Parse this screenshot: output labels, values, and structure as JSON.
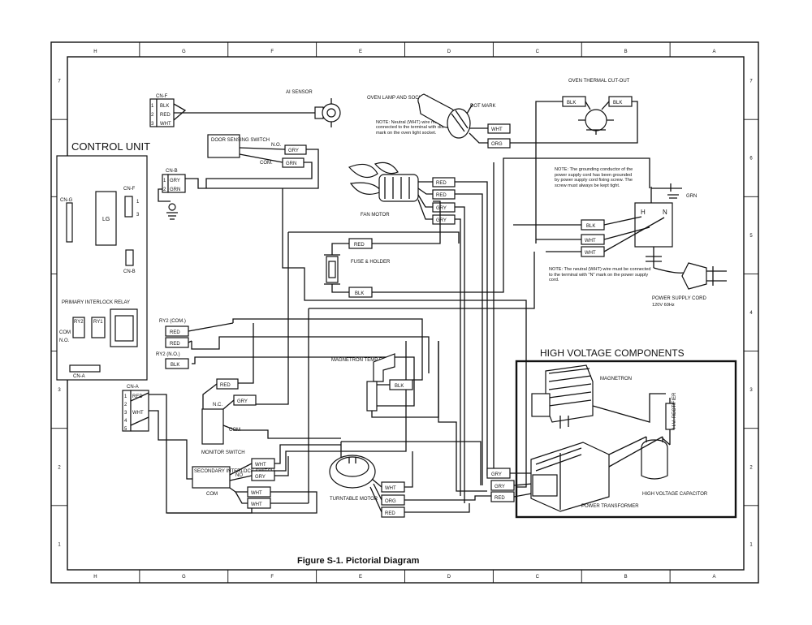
{
  "figure_caption": "Figure S-1. Pictorial Diagram",
  "grid_labels": {
    "top": [
      "H",
      "G",
      "F",
      "E",
      "D",
      "C",
      "B",
      "A"
    ],
    "bottom": [
      "H",
      "G",
      "F",
      "E",
      "D",
      "C",
      "B",
      "A"
    ],
    "left": [
      "7",
      "6",
      "5",
      "4",
      "3",
      "2",
      "1"
    ],
    "right": [
      "7",
      "6",
      "5",
      "4",
      "3",
      "2",
      "1"
    ]
  },
  "control_unit": {
    "title": "CONTROL UNIT",
    "cn_g": "CN-G",
    "lg": "LG",
    "cn_f": "CN-F",
    "cn_f_pin1": "1",
    "cn_f_pin3": "3",
    "cn_b": "CN-B",
    "primary_relay": "PRIMARY INTERLOCK RELAY",
    "ry2": "RY2",
    "ry1": "RY1",
    "com": "COM",
    "no": "N.O.",
    "cn_a": "CN-A"
  },
  "cn_f_conn": {
    "label": "CN-F",
    "pins": [
      "1",
      "2",
      "3"
    ],
    "wires": [
      "BLK",
      "RED",
      "WHT"
    ]
  },
  "ai_sensor": "AI SENSOR",
  "cn_b_conn": {
    "label": "CN-B",
    "pins": [
      "1",
      "2"
    ],
    "wires": [
      "GRY",
      "GRN"
    ]
  },
  "door_switch": {
    "label": "DOOR SENSING SWITCH",
    "no": "N.O.",
    "com": "COM.",
    "wires": [
      "GRY",
      "GRN"
    ]
  },
  "oven_lamp": {
    "label": "OVEN LAMP AND SOCKET",
    "dot_mark": "DOT MARK",
    "note": "NOTE: Neutral (WHT) wire must be connected to the terminal with dot mark on the oven light socket.",
    "wires": [
      "WHT",
      "ORG"
    ]
  },
  "thermal_cutout": {
    "label": "OVEN THERMAL CUT-OUT",
    "wires": [
      "BLK",
      "BLK"
    ]
  },
  "grounding_note": "NOTE: The grounding conductor of the power supply cord has been grounded by power supply cord fixing screw. The screw must always be kept tight.",
  "grn": "GRN",
  "h_label": "H",
  "n_label": "N",
  "fan_motor": {
    "label": "FAN MOTOR",
    "wires": [
      "RED",
      "RED",
      "GRY",
      "GRY"
    ]
  },
  "fuse": {
    "label": "FUSE & HOLDER",
    "wires": [
      "RED",
      "BLK"
    ]
  },
  "power_wires": [
    "BLK",
    "WHT",
    "WHT"
  ],
  "neutral_note": "NOTE: The neutral (WHT) wire must be connected to the terminal with \"N\" mark on the power supply cord.",
  "power_cord": {
    "label": "POWER SUPPLY CORD",
    "spec": "120V 60Hz"
  },
  "ry2_block": {
    "com_label": "RY2 (COM.)",
    "no_label": "RY2 (N.O.)",
    "wires": [
      "RED",
      "RED",
      "BLK"
    ]
  },
  "magnetron_fuse": {
    "label": "MAGNETRON TEMP FUSE",
    "wire": "BLK"
  },
  "cn_a_conn": {
    "label": "CN-A",
    "pins": [
      "1",
      "2",
      "3",
      "4",
      "5"
    ],
    "wires": [
      "RED",
      "WHT"
    ]
  },
  "monitor_switch": {
    "label": "MONITOR SWITCH",
    "no": "N.C.",
    "com": "COM",
    "wires": [
      "RED",
      "GRY"
    ]
  },
  "secondary_switch": {
    "label": "SECONDARY INTERLOCK SWITCH",
    "no": "NO",
    "com": "COM",
    "wires": [
      "WHT",
      "GRY",
      "WHT",
      "WHT"
    ]
  },
  "turntable_motor": {
    "label": "TURNTABLE MOTOR",
    "wires": [
      "WHT",
      "ORG",
      "RED"
    ]
  },
  "hv_wires": [
    "GRY",
    "GRY",
    "RED"
  ],
  "high_voltage": {
    "title": "HIGH VOLTAGE COMPONENTS",
    "magnetron": "MAGNETRON",
    "rectifier": "H.V. RECTIFIER",
    "power_transformer": "POWER TRANSFORMER",
    "capacitor": "HIGH VOLTAGE CAPACITOR"
  }
}
